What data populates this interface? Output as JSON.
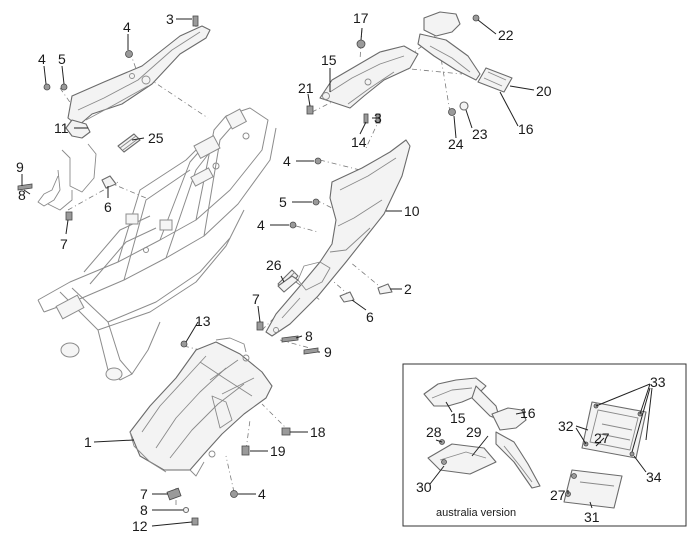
{
  "callouts": {
    "c1": "1",
    "c2": "2",
    "c3a": "3",
    "c3b": "3",
    "c4a": "4",
    "c4b": "4",
    "c4c": "4",
    "c4d": "4",
    "c4e": "4",
    "c5a": "5",
    "c5b": "5",
    "c6a": "6",
    "c6b": "6",
    "c7a": "7",
    "c7b": "7",
    "c7c": "7",
    "c8a": "8",
    "c8b": "8",
    "c8c": "8",
    "c9a": "9",
    "c9b": "9",
    "c10": "10",
    "c11": "11",
    "c12": "12",
    "c13": "13",
    "c14": "14",
    "c15a": "15",
    "c15b": "15",
    "c16a": "16",
    "c16b": "16",
    "c17": "17",
    "c18": "18",
    "c19": "19",
    "c20": "20",
    "c21": "21",
    "c22": "22",
    "c23": "23",
    "c24": "24",
    "c25": "25",
    "c26": "26",
    "c27a": "27",
    "c27b": "27",
    "c28": "28",
    "c29": "29",
    "c30": "30",
    "c31": "31",
    "c32": "32",
    "c33": "33",
    "c34": "34"
  },
  "inset": {
    "caption": "australia version"
  }
}
